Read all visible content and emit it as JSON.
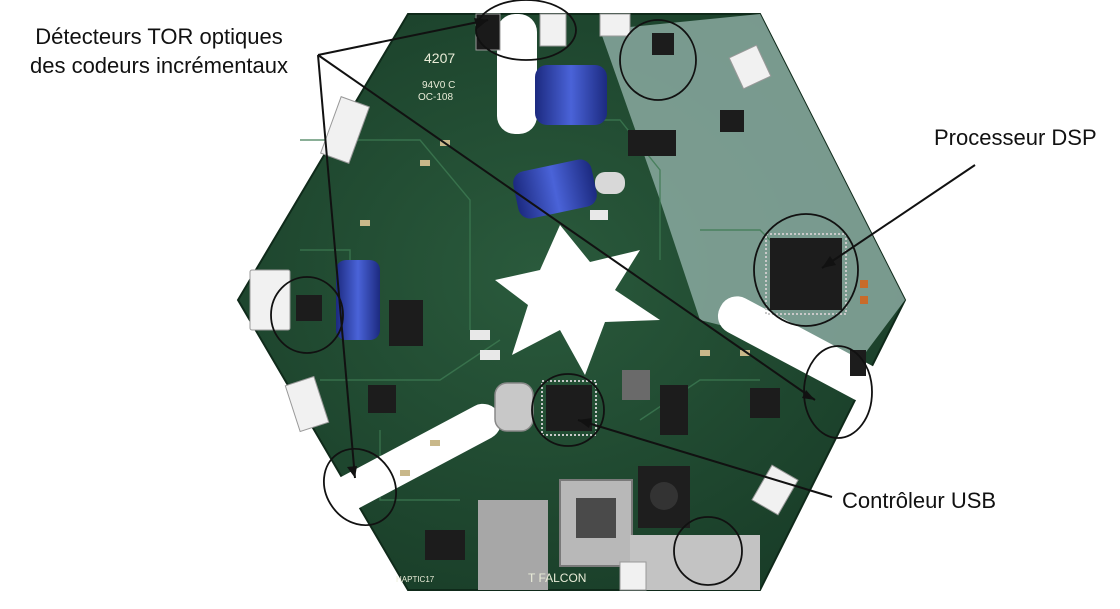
{
  "annotations": {
    "detectors": {
      "line1": "Détecteurs TOR optiques",
      "line2": "des codeurs incrémentaux"
    },
    "dsp": "Processeur DSP",
    "usb": "Contrôleur USB"
  },
  "board_markings": {
    "ul_code": "4207",
    "rating": "94V0 C",
    "code": "OC-108",
    "brand": "T FALCON",
    "haptic": "HAPTIC17"
  },
  "colors": {
    "pcb": "#1f4a31",
    "pcb_light": "#89a9a0",
    "silkscreen": "#e9ecd8",
    "capacitor": "#2b3fa8",
    "chip": "#1c1c1c",
    "annotation": "#111111"
  },
  "icons": [
    "connector-icon",
    "capacitor-icon",
    "ic-chip-icon",
    "usb-port-icon",
    "dc-jack-icon",
    "crystal-icon"
  ]
}
